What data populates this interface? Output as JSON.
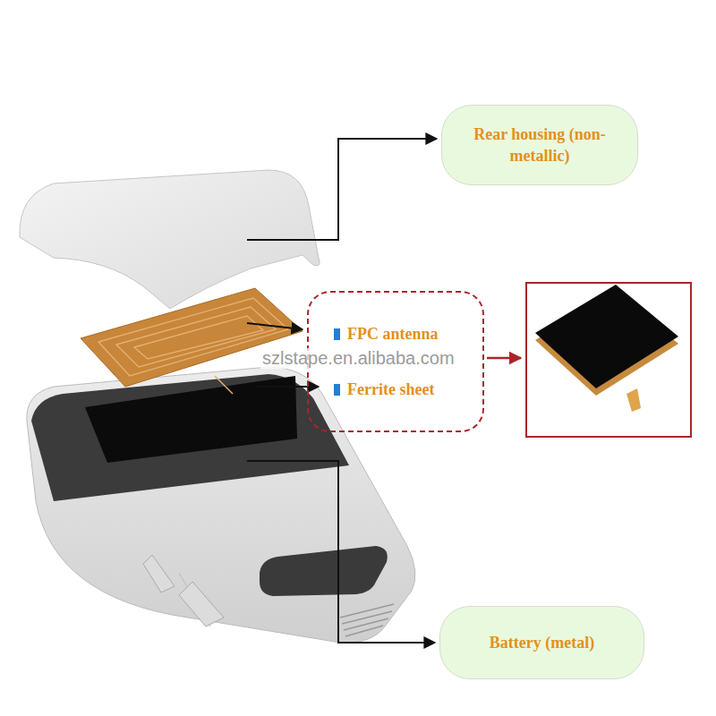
{
  "diagram": {
    "nodes": [
      {
        "text": [
          "Rear housing (non-metallic)"
        ]
      },
      {
        "text": [
          "FPC antenna",
          "Ferrite sheet"
        ]
      },
      {
        "text": [
          "Battery (metal)"
        ]
      }
    ],
    "labels": [
      "szlstape.en.alibaba.com"
    ]
  }
}
